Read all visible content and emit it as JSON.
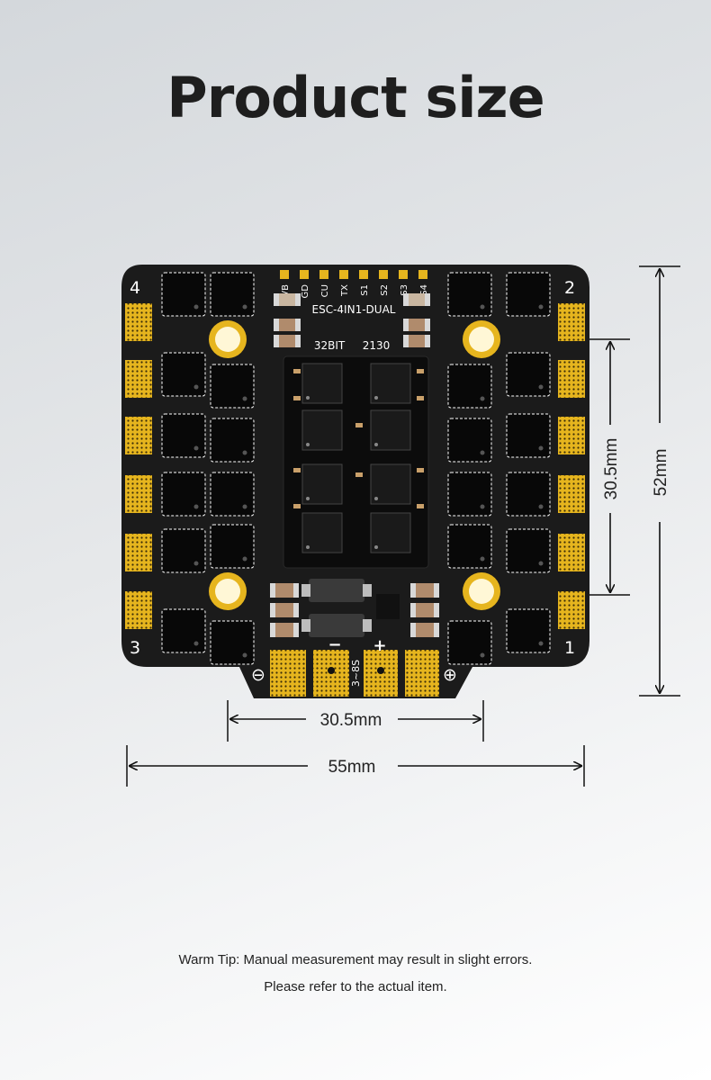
{
  "title": "Product size",
  "board": {
    "model": "ESC-4IN1-DUAL",
    "firmware": "32BIT",
    "current_rating": "2130",
    "voltage": "3~8S",
    "pads": [
      "VB",
      "GD",
      "CU",
      "TX",
      "S1",
      "S2",
      "S3",
      "S4"
    ],
    "corners": [
      "4",
      "2",
      "3",
      "1"
    ],
    "minus_sign": "−",
    "plus_sign": "+",
    "minus_terminal": "⊖",
    "plus_terminal": "⊕"
  },
  "dimensions": {
    "width_total": "55mm",
    "width_mount": "30.5mm",
    "height_total": "52mm",
    "height_mount": "30.5mm"
  },
  "colors": {
    "pcb": "#1b1b1b",
    "gold": "#e6b51e",
    "silkscreen": "#ffffff"
  },
  "tips": [
    "Warm Tip: Manual measurement may result in slight errors.",
    "Please refer to the actual item."
  ]
}
